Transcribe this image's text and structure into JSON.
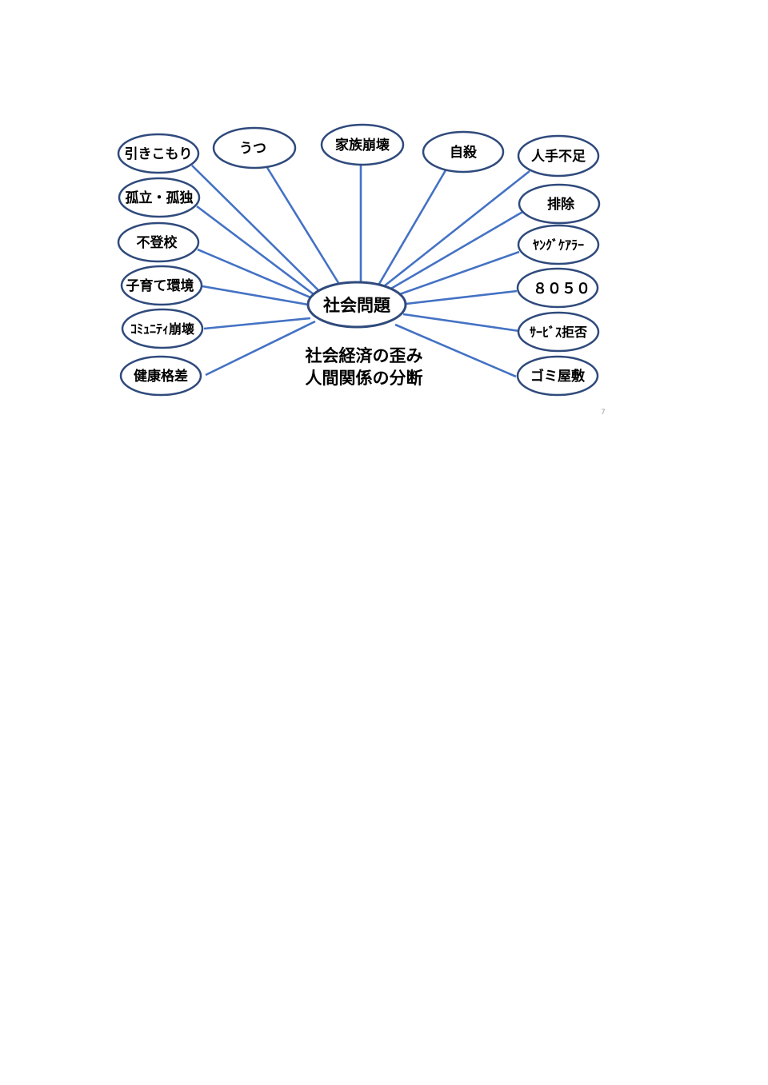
{
  "center": {
    "label": "社会問題"
  },
  "caption": {
    "line1": "社会経済の歪み",
    "line2": "人間関係の分断"
  },
  "nodes": [
    {
      "id": "hikikomori",
      "label": "引きこもり"
    },
    {
      "id": "utsu",
      "label": "うつ"
    },
    {
      "id": "kazoku-houkai",
      "label": "家族崩壊"
    },
    {
      "id": "jisatsu",
      "label": "自殺"
    },
    {
      "id": "hitode-busoku",
      "label": "人手不足"
    },
    {
      "id": "koritsu-kodoku",
      "label": "孤立・孤独"
    },
    {
      "id": "haijo",
      "label": "排除"
    },
    {
      "id": "futoukou",
      "label": "不登校"
    },
    {
      "id": "young-carer",
      "label": "ﾔﾝｸﾞｹｱﾗｰ"
    },
    {
      "id": "kosodate-kankyou",
      "label": "子育て環境"
    },
    {
      "id": "8050",
      "label": "８０５０"
    },
    {
      "id": "community-houkai",
      "label": "ｺﾐｭﾆﾃｨ崩壊"
    },
    {
      "id": "service-kyohi",
      "label": "ｻｰﾋﾞｽ拒否"
    },
    {
      "id": "kenkou-kakusa",
      "label": "健康格差"
    },
    {
      "id": "gomi-yashiki",
      "label": "ゴミ屋敷"
    }
  ],
  "page_number": "7"
}
